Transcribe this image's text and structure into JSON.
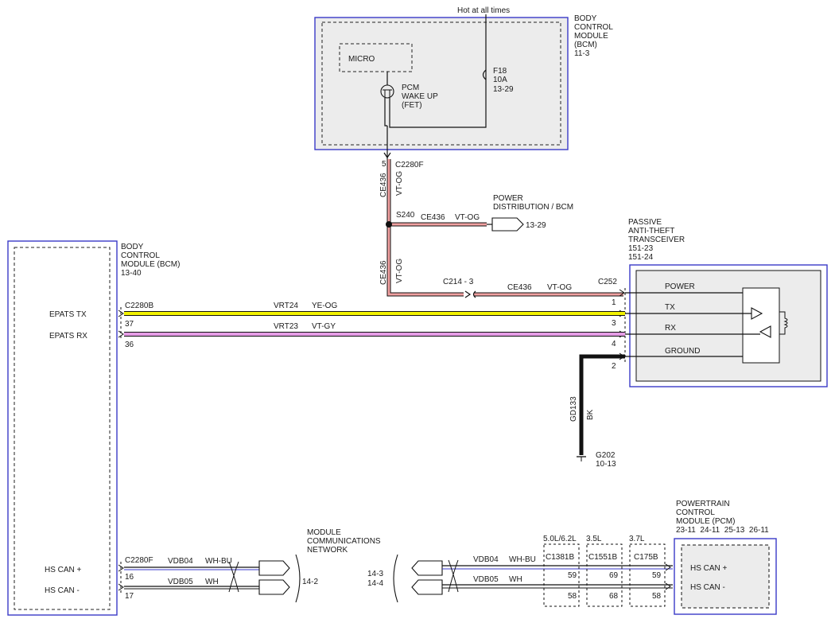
{
  "top_bcm": {
    "title": [
      "BODY",
      "CONTROL",
      "MODULE",
      "(BCM)",
      "11-3"
    ],
    "hot": "Hot at all times",
    "micro": "MICRO",
    "fet": [
      "PCM",
      "WAKE UP",
      "(FET)"
    ],
    "fuse": [
      "F18",
      "10A",
      "13-29"
    ]
  },
  "c2280f_top": {
    "pin": "5",
    "name": "C2280F"
  },
  "wire_ce436_top": {
    "circuit": "CE436",
    "color": "VT-OG"
  },
  "splice": {
    "name": "S240",
    "circuit": "CE436",
    "color": "VT-OG"
  },
  "power_dist": {
    "title": [
      "POWER",
      "DISTRIBUTION / BCM"
    ],
    "ref": "13-29"
  },
  "wire_ce436_mid": {
    "circuit": "CE436",
    "color": "VT-OG"
  },
  "c214": {
    "name": "C214 - 3",
    "circuit": "CE436",
    "color": "VT-OG"
  },
  "c252": {
    "name": "C252",
    "pins": [
      "1",
      "3",
      "4",
      "2"
    ]
  },
  "pats": {
    "title": [
      "PASSIVE",
      "ANTI-THEFT",
      "TRANSCEIVER",
      "151-23",
      "151-24"
    ],
    "power": "POWER",
    "tx": "TX",
    "rx": "RX",
    "ground": "GROUND"
  },
  "left_bcm": {
    "title": [
      "BODY",
      "CONTROL",
      "MODULE (BCM)",
      "13-40"
    ],
    "epats_tx": "EPATS TX",
    "epats_rx": "EPATS RX",
    "hs_can_plus": "HS CAN +",
    "hs_can_minus": "HS CAN -"
  },
  "c2280b": {
    "name": "C2280B",
    "pin_tx": "37",
    "pin_rx": "36"
  },
  "wire_vrt24": {
    "circuit": "VRT24",
    "color": "YE-OG"
  },
  "wire_vrt23": {
    "circuit": "VRT23",
    "color": "VT-GY"
  },
  "ground": {
    "circuit": "GD133",
    "color": "BK",
    "name": "G202",
    "ref": "10-13"
  },
  "c2280f_bottom": {
    "name": "C2280F",
    "pin_plus": "16",
    "pin_minus": "17"
  },
  "can_left": {
    "vdb04": "VDB04",
    "whbu": "WH-BU",
    "vdb05": "VDB05",
    "wh": "WH",
    "ref": "14-2"
  },
  "mcn": {
    "title": [
      "MODULE",
      "COMMUNICATIONS",
      "NETWORK"
    ]
  },
  "can_right": {
    "ref_plus": "14-3",
    "ref_minus": "14-4",
    "vdb04": "VDB04",
    "whbu": "WH-BU",
    "vdb05": "VDB05",
    "wh": "WH"
  },
  "pcm_connectors": [
    {
      "engine": "5.0L/6.2L",
      "name": "C1381B",
      "pin_plus": "59",
      "pin_minus": "58"
    },
    {
      "engine": "3.5L",
      "name": "C1551B",
      "pin_plus": "69",
      "pin_minus": "68"
    },
    {
      "engine": "3.7L",
      "name": "C175B",
      "pin_plus": "59",
      "pin_minus": "58"
    }
  ],
  "pcm": {
    "title": [
      "POWERTRAIN",
      "CONTROL",
      "MODULE (PCM)",
      "23-11  24-11  25-13  26-11"
    ],
    "hs_can_plus": "HS CAN +",
    "hs_can_minus": "HS CAN -"
  },
  "wire_colors": {
    "vt_og": "#f0a0a0",
    "ye_og": "#f2f200",
    "vt_gy": "#e59ce5",
    "module_border": "#3a3ac8"
  }
}
